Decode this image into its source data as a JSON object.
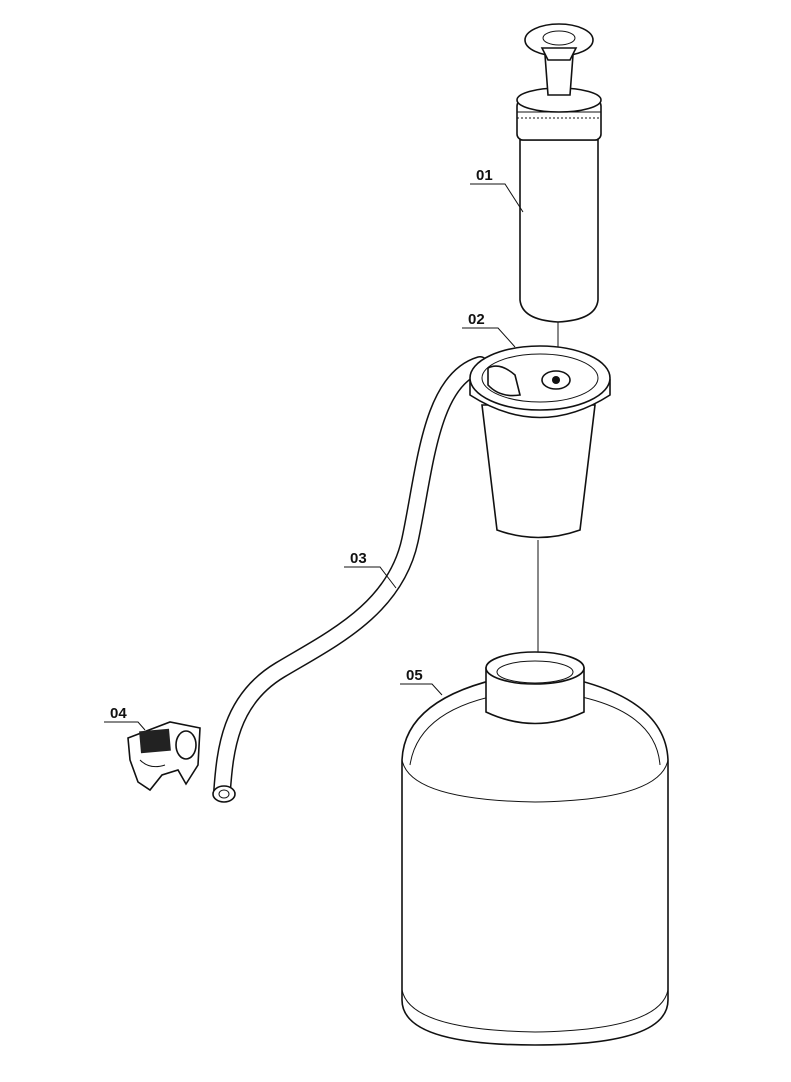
{
  "diagram": {
    "type": "exploded parts view",
    "parts": [
      {
        "id": "01",
        "label": "01",
        "name": "pump"
      },
      {
        "id": "02",
        "label": "02",
        "name": "funnel"
      },
      {
        "id": "03",
        "label": "03",
        "name": "hose"
      },
      {
        "id": "04",
        "label": "04",
        "name": "hose-clip"
      },
      {
        "id": "05",
        "label": "05",
        "name": "container"
      }
    ]
  }
}
